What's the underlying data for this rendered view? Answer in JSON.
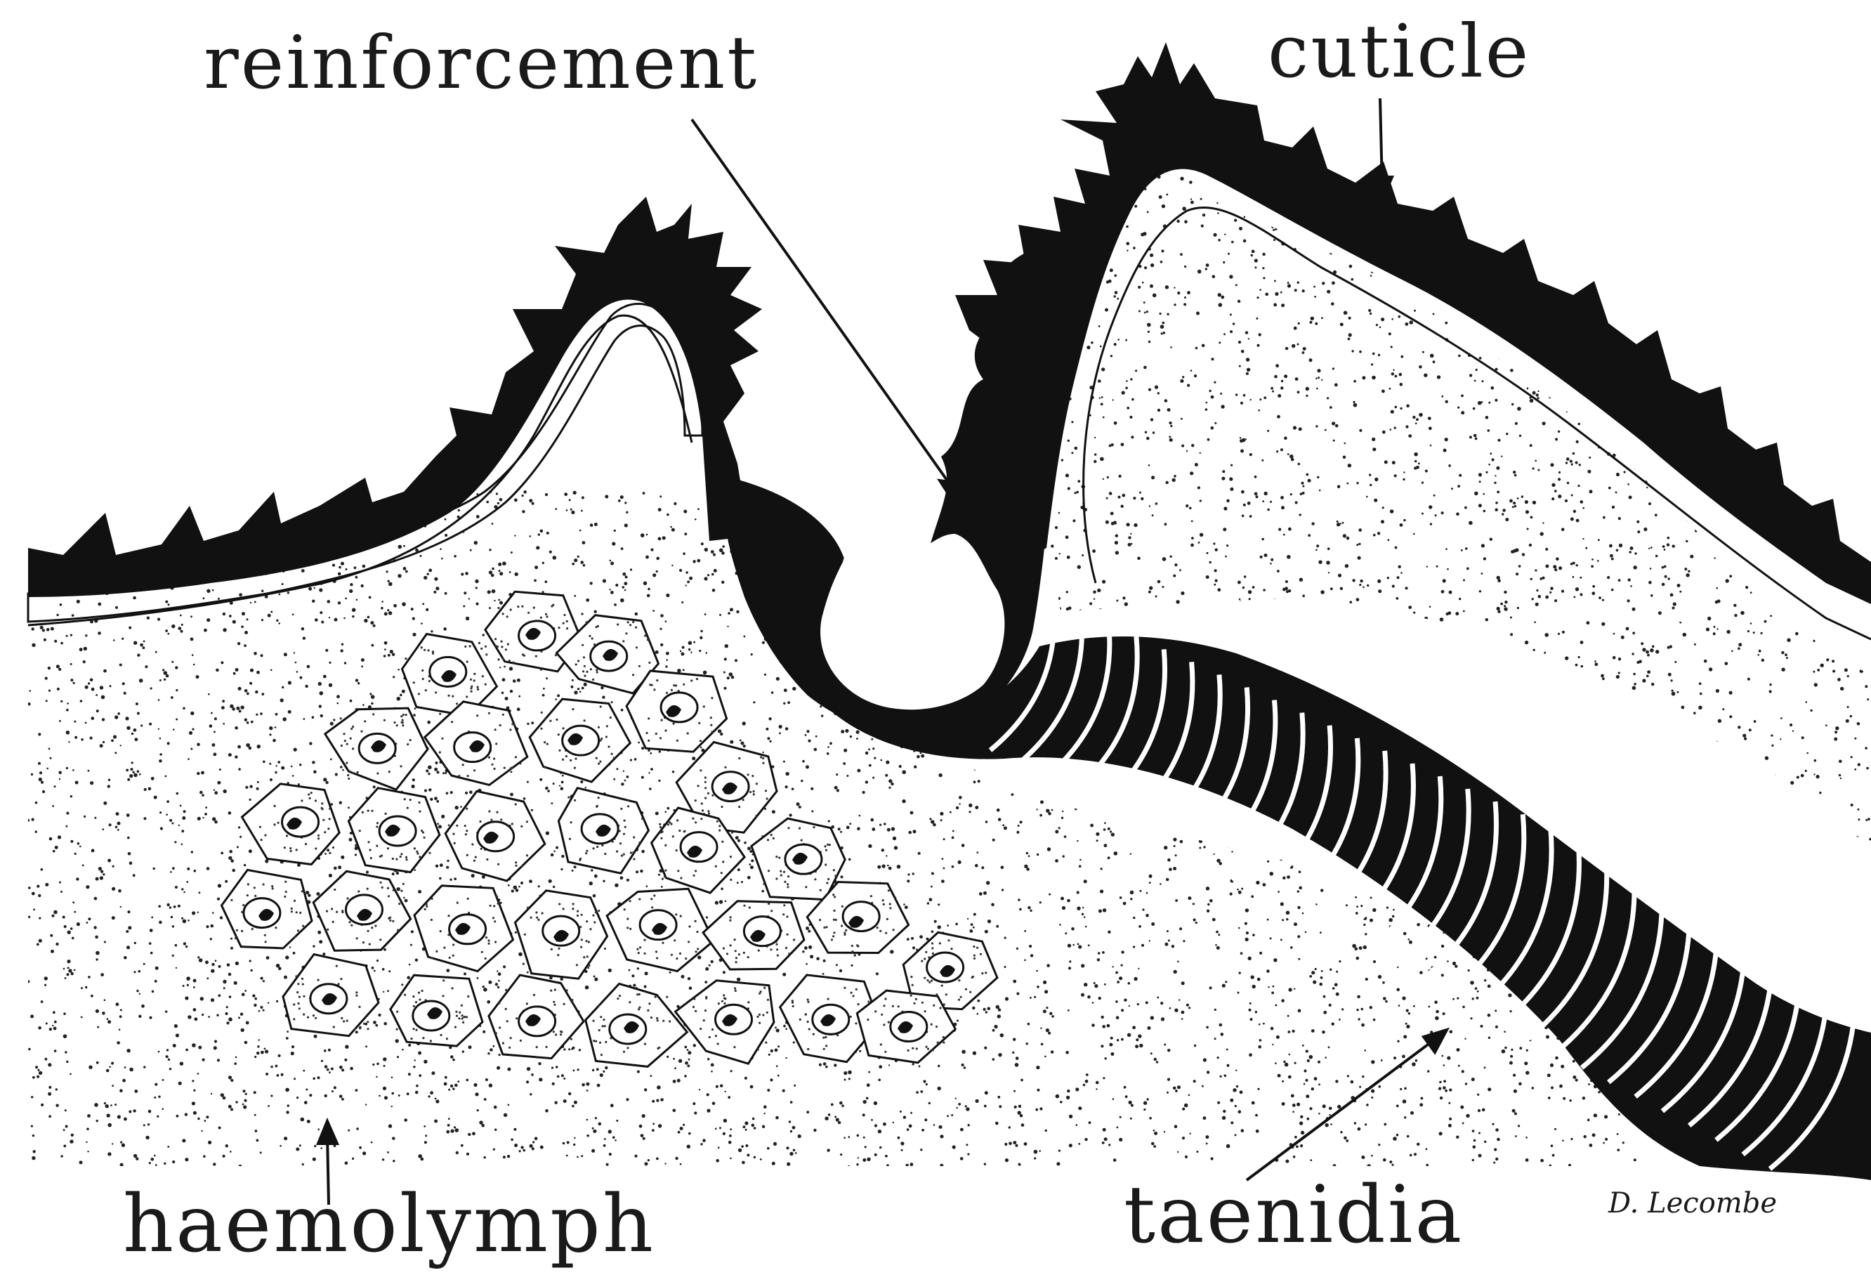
{
  "labels": {
    "reinforcement": "reinforcement",
    "cuticle": "cuticle",
    "haemolymph": "haemolymph",
    "taenidia": "taenidia"
  },
  "signature": "D. Lecombe",
  "colors": {
    "ink": "#111111",
    "paper": "#ffffff"
  }
}
